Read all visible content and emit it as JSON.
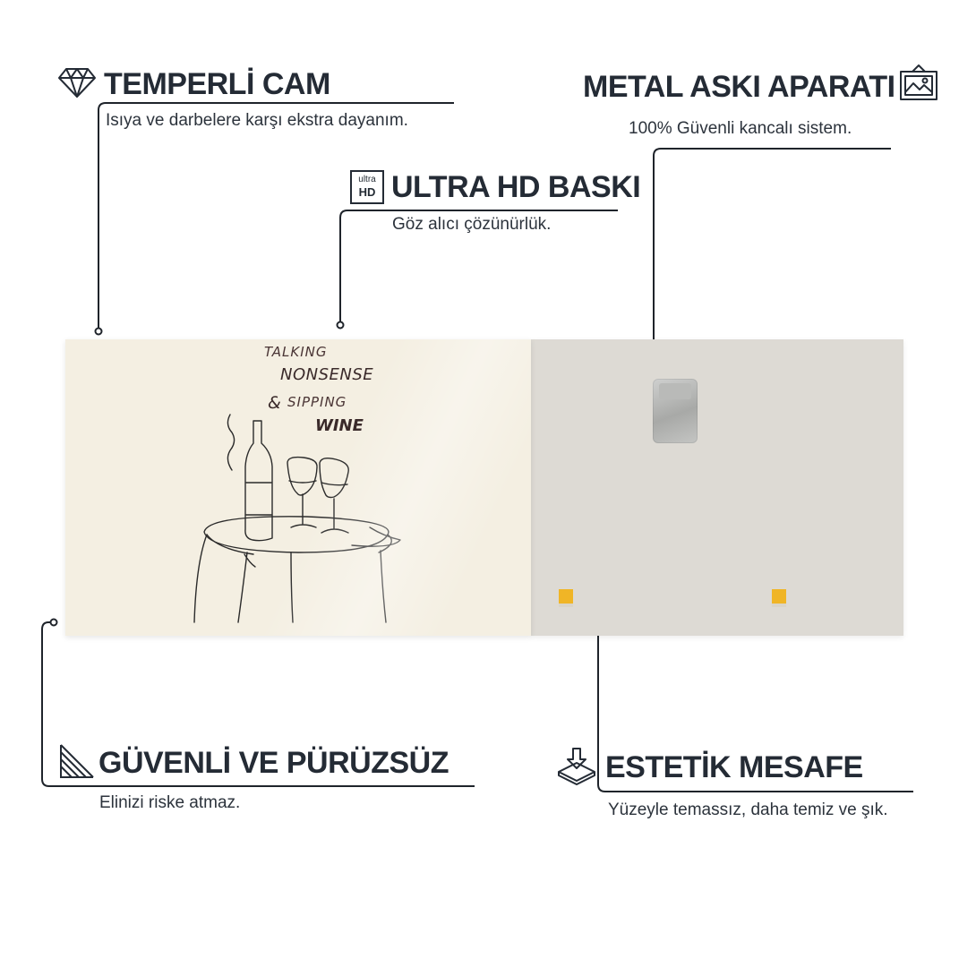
{
  "features": {
    "tempered_glass": {
      "title": "TEMPERLİ CAM",
      "subtitle": "Isıya ve darbelere karşı ekstra dayanım.",
      "icon": "diamond-icon"
    },
    "metal_hanger": {
      "title": "METAL ASKI APARATI",
      "subtitle": "100% Güvenli kancalı sistem.",
      "icon": "image-frame-icon"
    },
    "ultra_hd": {
      "title": "ULTRA HD BASKI",
      "subtitle": "Göz alıcı çözünürlük.",
      "icon": "ultra-hd-icon",
      "icon_text_top": "ultra",
      "icon_text_bottom": "HD"
    },
    "safe_smooth": {
      "title": "GÜVENLİ VE PÜRÜZSÜZ",
      "subtitle": "Elinizi riske atmaz.",
      "icon": "smooth-edge-icon"
    },
    "aesthetic_distance": {
      "title": "ESTETİK MESAFE",
      "subtitle": "Yüzeyle temassız, daha temiz ve şık.",
      "icon": "spacer-layer-icon"
    }
  },
  "artwork": {
    "line1": "TALKING",
    "line2": "NONSENSE",
    "line3_amp": "&",
    "line3": "SIPPING",
    "line4": "WINE",
    "background_color": "#f4efe2",
    "ink_color": "#3a2a2a"
  },
  "colors": {
    "text": "#242b35",
    "pad": "#f0b526",
    "back_panel": "#dddad4"
  }
}
